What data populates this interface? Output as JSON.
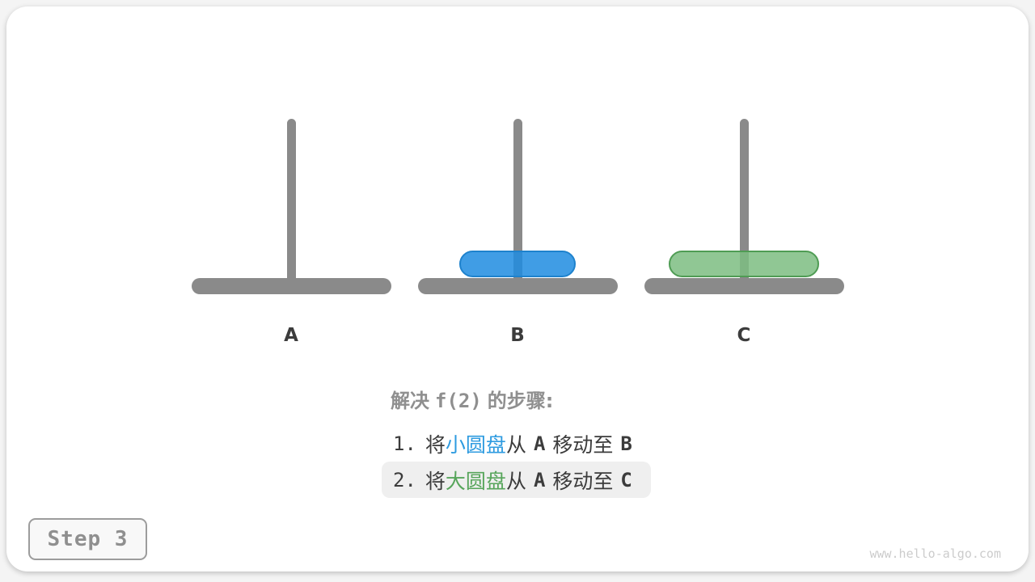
{
  "scene": {
    "pegs": [
      {
        "label": "A",
        "disks": []
      },
      {
        "label": "B",
        "disks": [
          "small"
        ]
      },
      {
        "label": "C",
        "disks": [
          "large"
        ]
      }
    ],
    "disks": [
      {
        "name": "small-disk",
        "word": "小圆盘",
        "on_peg": "B",
        "fill": "#47a3e8",
        "border": "#1e82cd"
      },
      {
        "name": "large-disk",
        "word": "大圆盘",
        "on_peg": "C",
        "fill": "#90c794",
        "border": "#4f9c54"
      }
    ]
  },
  "panel": {
    "title": {
      "prefix": "解决",
      "func": "f(2)",
      "suffix": "的步骤:"
    },
    "steps": [
      {
        "num": "1.",
        "seg1": "将",
        "disk": "小圆盘",
        "seg2": "从",
        "from": "A",
        "seg3": "移动至",
        "to": "B",
        "highlighted": false
      },
      {
        "num": "2.",
        "seg1": "将",
        "disk": "大圆盘",
        "seg2": "从",
        "from": "A",
        "seg3": "移动至",
        "to": "C",
        "highlighted": true
      }
    ]
  },
  "footer": {
    "step_badge": "Step 3",
    "watermark": "www.hello-algo.com"
  },
  "colors": {
    "pole_and_base": "#8a8a8a",
    "small_disk_fill": "#47a3e8",
    "small_disk_border": "#1e82cd",
    "small_disk_text": "#2e9be0",
    "large_disk_fill": "#90c794",
    "large_disk_border": "#4f9c54",
    "large_disk_text": "#57a55b",
    "step_text": "#3c3c3c",
    "title_text": "#8f8f8f",
    "highlight_bg": "#efefef",
    "badge_border": "#9c9c9c",
    "badge_text": "#8f8f8f",
    "watermark_text": "#cccccc",
    "card_bg": "#ffffff",
    "page_bg": "#f4f4f4"
  }
}
